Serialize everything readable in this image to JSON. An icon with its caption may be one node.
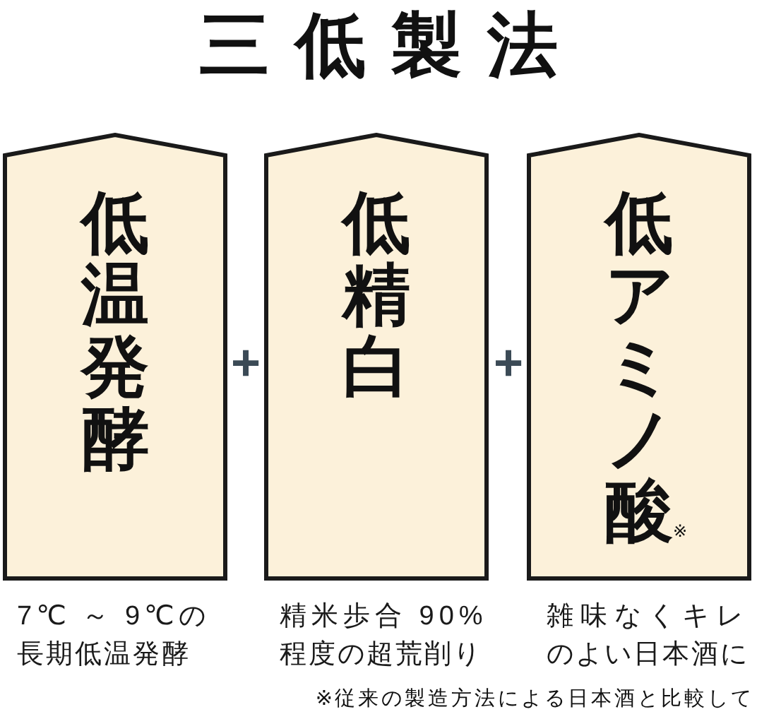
{
  "diagram": {
    "title": "三低製法",
    "nodes": [
      {
        "text": [
          "低温発酵"
        ],
        "beside": [
          "7℃ ～ 9℃の長期低温発酵"
        ]
      },
      {
        "text": [
          "低精白"
        ],
        "beside": [
          "精米歩合 90%程度の超荒削り"
        ]
      },
      {
        "text": [
          "低アミノ酸$_{※}$"
        ],
        "beside": [
          "雑味なくキレのよい日本酒に"
        ]
      }
    ],
    "labels": [
      "+",
      "+",
      "※従来の製造方法による日本酒と比較して"
    ]
  }
}
